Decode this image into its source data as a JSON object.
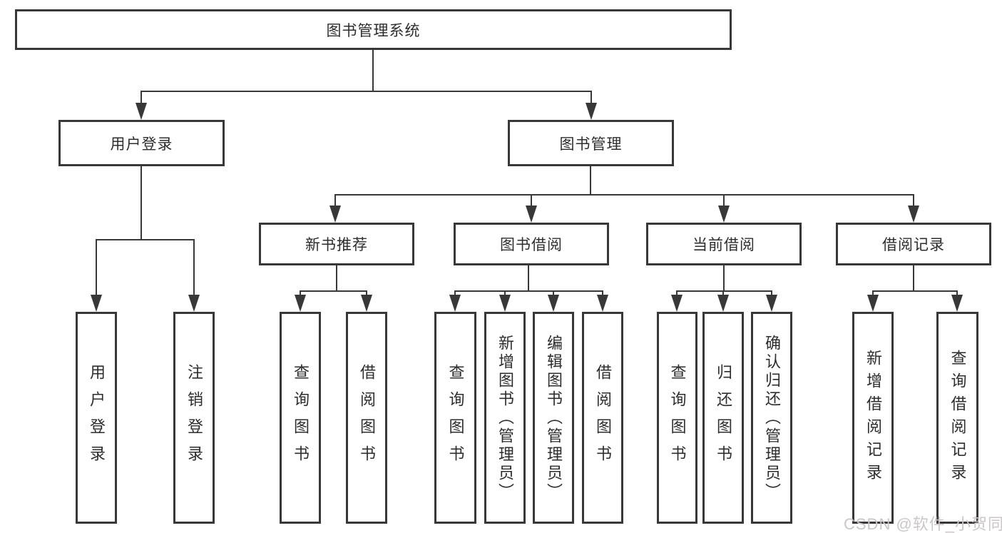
{
  "root": {
    "label": "图书管理系统"
  },
  "l2": {
    "user": {
      "label": "用户登录"
    },
    "book": {
      "label": "图书管理"
    }
  },
  "l3": {
    "recommend": {
      "label": "新书推荐"
    },
    "borrow": {
      "label": "图书借阅"
    },
    "current": {
      "label": "当前借阅"
    },
    "records": {
      "label": "借阅记录"
    }
  },
  "leaves": {
    "user": [
      "用户登录",
      "注销登录"
    ],
    "recommend": [
      "查询图书",
      "借阅图书"
    ],
    "borrow": [
      "查询图书",
      "新增图书（管理员）",
      "编辑图书（管理员）",
      "借阅图书"
    ],
    "current": [
      "查询图书",
      "归还图书",
      "确认归还（管理员）"
    ],
    "records": [
      "新增借阅记录",
      "查询借阅记录"
    ]
  },
  "watermark": {
    "text": "CSDN @软件_小贺同学"
  },
  "colors": {
    "line": "#383838",
    "text": "#2d2d2d",
    "watermark": "#ccc6c8"
  }
}
